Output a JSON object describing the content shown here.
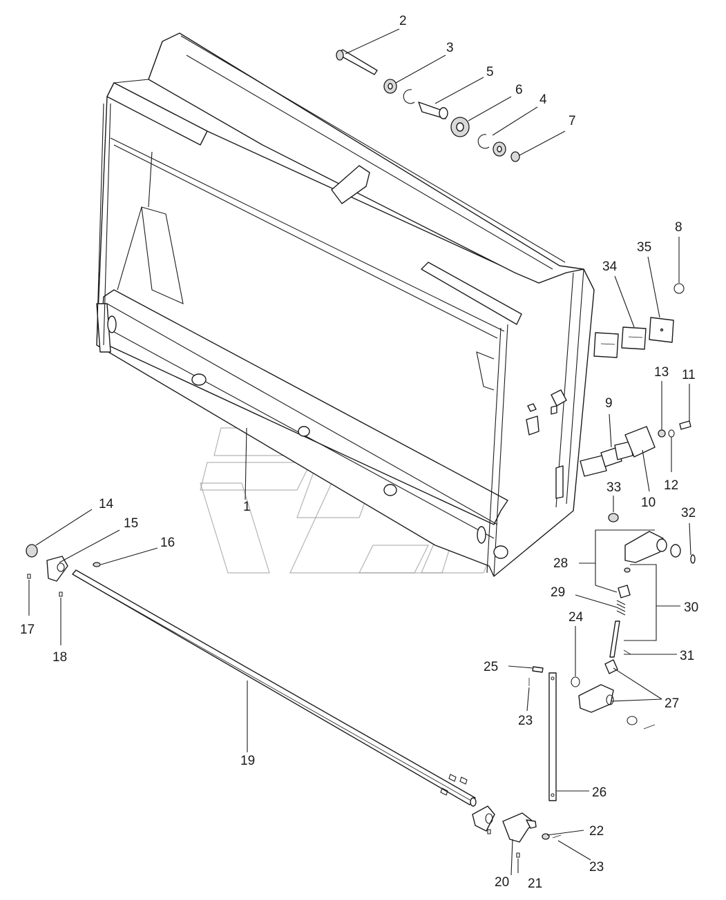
{
  "diagram": {
    "callouts": [
      "1",
      "2",
      "3",
      "4",
      "5",
      "6",
      "7",
      "8",
      "9",
      "10",
      "11",
      "12",
      "13",
      "14",
      "15",
      "16",
      "17",
      "18",
      "19",
      "20",
      "21",
      "22",
      "23",
      "23",
      "24",
      "25",
      "26",
      "27",
      "28",
      "29",
      "30",
      "31",
      "32",
      "33",
      "34",
      "35"
    ],
    "callout_ids": [
      "1",
      "2",
      "3",
      "4",
      "5",
      "6",
      "7",
      "8",
      "9",
      "10",
      "11",
      "12",
      "13",
      "14",
      "15",
      "16",
      "17",
      "18",
      "19",
      "20",
      "21",
      "22",
      "23a",
      "23b",
      "24",
      "25",
      "26",
      "27",
      "28",
      "29",
      "30",
      "31",
      "32",
      "33",
      "34",
      "35"
    ]
  },
  "colors": {
    "line": "#1a1a1a",
    "shade": "#d9d9d9",
    "watermark": "#9a9a9a",
    "background": "#ffffff"
  }
}
